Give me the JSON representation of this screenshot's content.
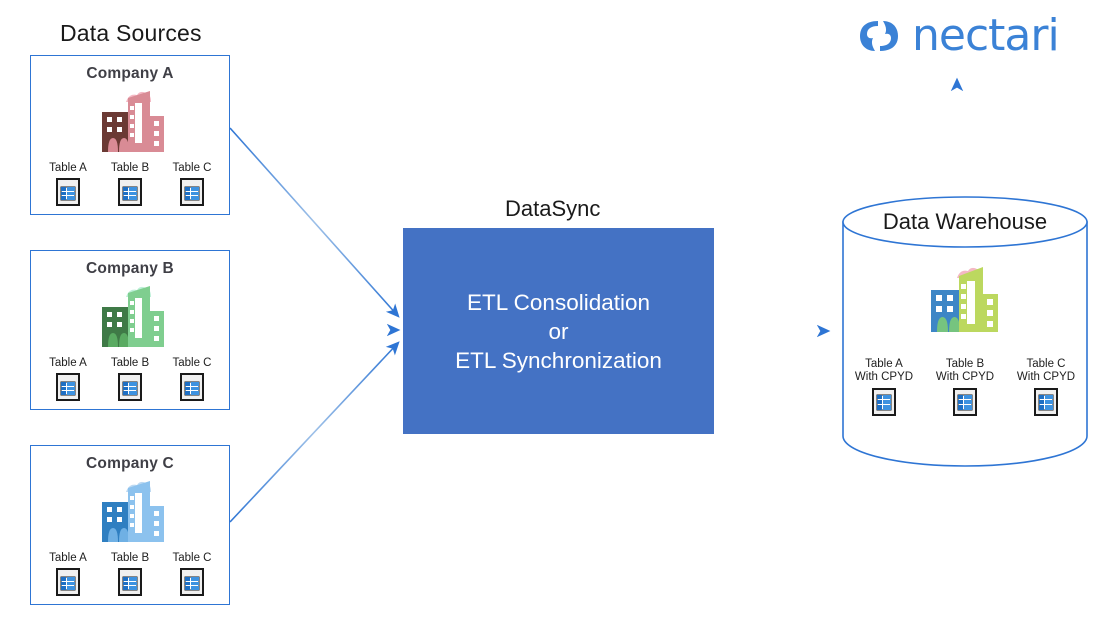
{
  "diagram": {
    "sources_title": "Data Sources",
    "hub": {
      "label": "DataSync",
      "line1": "ETL Consolidation",
      "line2": "or",
      "line3": "ETL Synchronization",
      "fill": "#4472C4",
      "text_color": "#FFFFFF"
    },
    "warehouse": {
      "title": "Data Warehouse",
      "outline": "#2e75d4",
      "tables": [
        {
          "name": "Table A",
          "suffix": "With CPYD"
        },
        {
          "name": "Table B",
          "suffix": "With CPYD"
        },
        {
          "name": "Table C",
          "suffix": "With CPYD"
        }
      ]
    },
    "companies": [
      {
        "title": "Company A",
        "accent": "#d98b95",
        "accent_dark": "#6b3a34",
        "cloud": "#f4b8c4",
        "tree": "#d98b95",
        "tables": [
          "Table A",
          "Table B",
          "Table C"
        ]
      },
      {
        "title": "Company B",
        "accent": "#7fce8f",
        "accent_dark": "#3f7a47",
        "cloud": "#bdf0d8",
        "tree": "#5aab62",
        "tables": [
          "Table A",
          "Table B",
          "Table C"
        ]
      },
      {
        "title": "Company C",
        "accent": "#8cc2ee",
        "accent_dark": "#2f7fc1",
        "cloud": "#bcd9f2",
        "tree": "#6fb0e4",
        "tables": [
          "Table A",
          "Table B",
          "Table C"
        ]
      }
    ],
    "logo": {
      "text": "nectari",
      "color": "#3b82d6"
    },
    "arrow_color": "#2e75d4",
    "card_border": "#2e75d4"
  }
}
